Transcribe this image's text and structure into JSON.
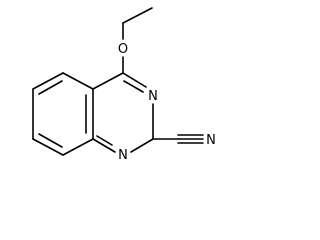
{
  "molecule": {
    "atoms": {
      "oxygen": "O",
      "ring_nitrogen_top": "N",
      "ring_nitrogen_bottom": "N",
      "nitrile_nitrogen": "N"
    },
    "colors": {
      "bond": "#000000",
      "label": "#000000",
      "background": "#ffffff"
    }
  }
}
